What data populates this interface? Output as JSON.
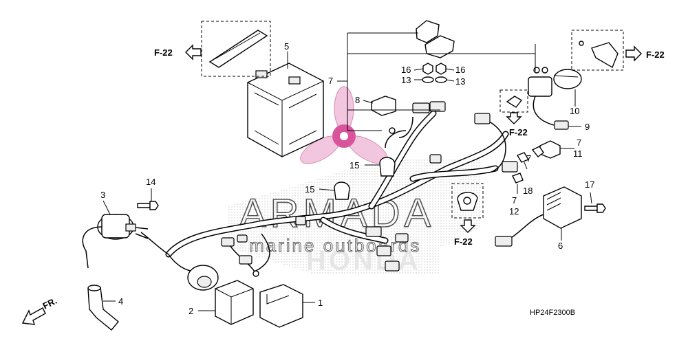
{
  "diagram_code": "HP24F2300B",
  "watermark": {
    "brand": "ARMADA",
    "tagline": "marine outboards",
    "honda": "HONDA"
  },
  "direction_label": "FR.",
  "ref_label": "F-22",
  "callouts": {
    "n1": "1",
    "n2": "2",
    "n3": "3",
    "n4": "4",
    "n5": "5",
    "n6": "6",
    "n7a": "7",
    "n7b": "7",
    "n7c": "7",
    "n7d": "7",
    "n8": "8",
    "n9": "9",
    "n10": "10",
    "n11": "11",
    "n12": "12",
    "n13a": "13",
    "n13b": "13",
    "n14": "14",
    "n15a": "15",
    "n15b": "15",
    "n16a": "16",
    "n16b": "16",
    "n17": "17",
    "n18": "18"
  },
  "colors": {
    "line": "#000000",
    "watermark_pink": "#e8a6c8",
    "watermark_gray": "#bdbdbd"
  }
}
